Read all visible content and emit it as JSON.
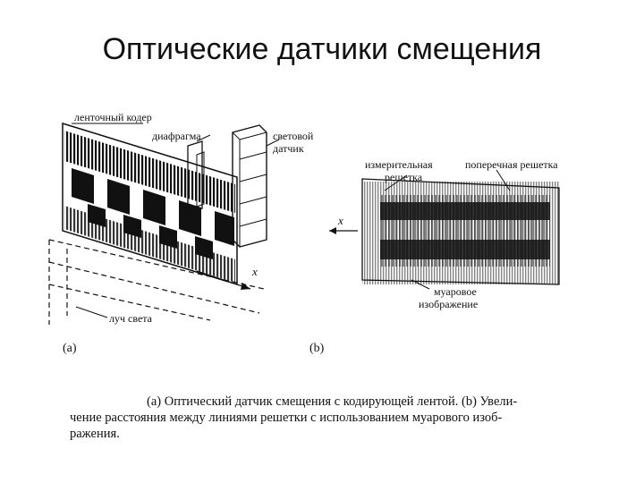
{
  "slide": {
    "title": "Оптические датчики смещения"
  },
  "figure_a": {
    "label": "(a)",
    "encoder_label": "ленточный кодер",
    "diaphragm_label": "диафрагма",
    "sensor_label_1": "световой",
    "sensor_label_2": "датчик",
    "axis_label": "x",
    "beam_label": "луч света"
  },
  "figure_b": {
    "label": "(b)",
    "measuring_label_1": "измерительная",
    "measuring_label_2": "решетка",
    "cross_label": "поперечная решетка",
    "axis_label": "x",
    "moire_label_1": "муаровое",
    "moire_label_2": "изображение"
  },
  "caption": {
    "line1": "(a) Оптический датчик смещения с кодирующей лентой. (b) Увели-",
    "line2": "чение расстояния между линиями решетки с использованием муарового изоб-",
    "line3": "ражения."
  }
}
